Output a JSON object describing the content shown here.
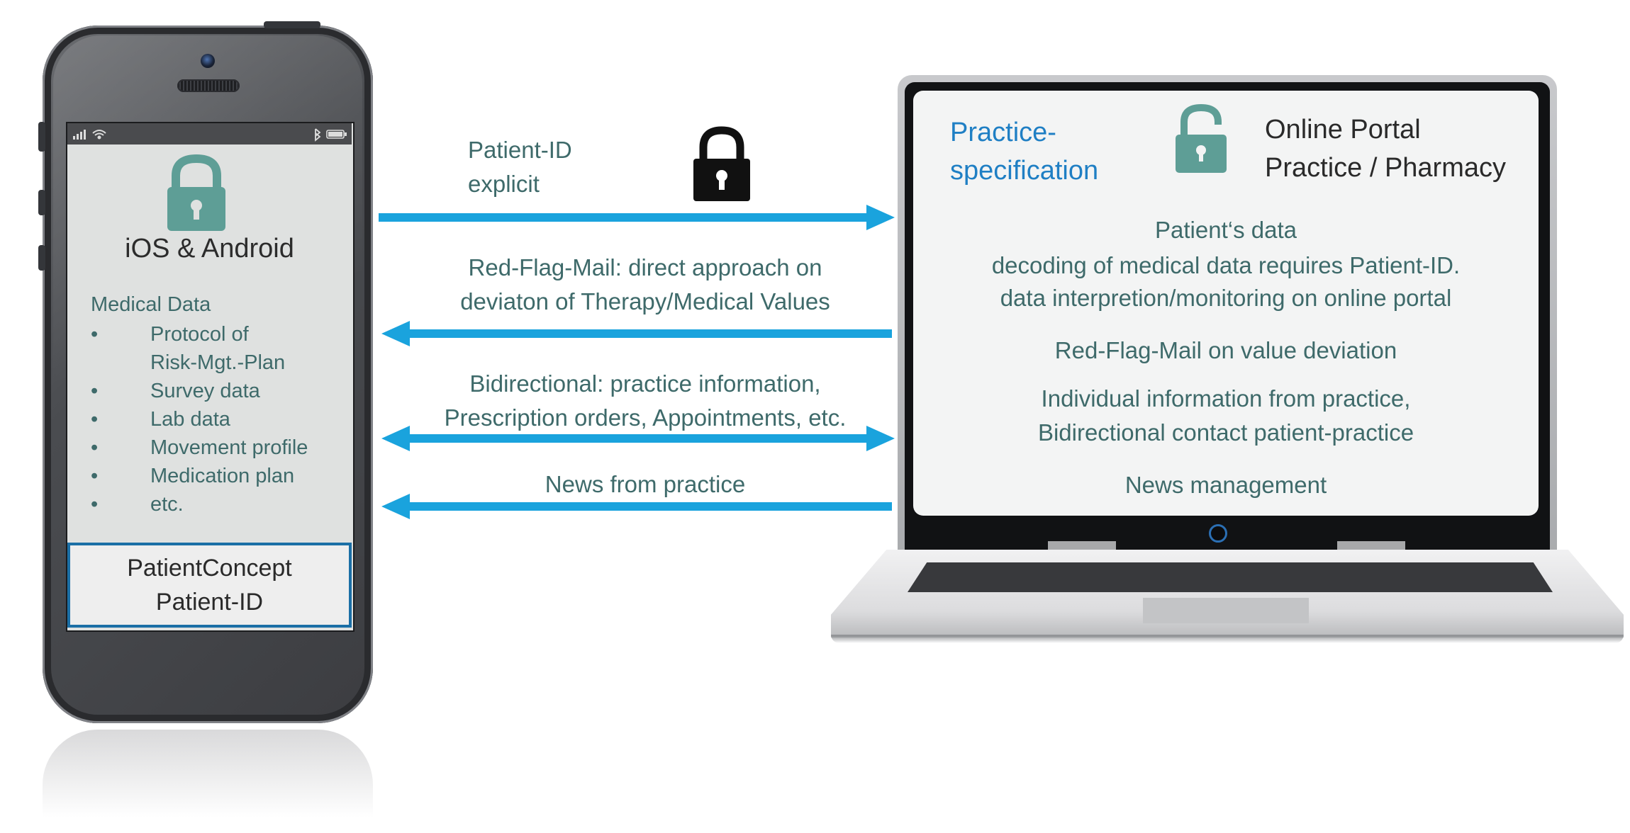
{
  "phone": {
    "os_label": "iOS & Android",
    "medical_title": "Medical Data",
    "medical_items": [
      "Protocol of",
      "Risk-Mgt.-Plan",
      "Survey data",
      "Lab data",
      "Movement profile",
      "Medication plan",
      "etc."
    ],
    "bullet_glyph": "•",
    "patient_box_line1": "PatientConcept",
    "patient_box_line2": "Patient-ID",
    "lock_icon": "unlocked-padlock-icon",
    "lock_color": "#5e9e96"
  },
  "laptop": {
    "practice_line1": "Practice-",
    "practice_line2": "specification",
    "portal_line1": "Online Portal",
    "portal_line2": "Practice / Pharmacy",
    "lock_icon": "unlocked-padlock-icon",
    "lines": {
      "patients_data": "Patient‘s data",
      "decoding": "decoding of medical data requires Patient-ID.",
      "interpretation": "data interpretion/monitoring on online portal",
      "red_flag": "Red-Flag-Mail on value deviation",
      "individual": "Individual information from practice,",
      "bidirectional_contact": "Bidirectional contact patient-practice",
      "news": "News management"
    }
  },
  "arrows": [
    {
      "line1": "Patient-ID",
      "line2": "explicit",
      "direction": "right"
    },
    {
      "line1": "Red-Flag-Mail: direct approach on",
      "line2": "deviaton of Therapy/Medical Values",
      "direction": "left"
    },
    {
      "line1": "Bidirectional: practice information,",
      "line2": "Prescription orders, Appointments, etc.",
      "direction": "both"
    },
    {
      "line1": "News from practice",
      "line2": "",
      "direction": "left"
    }
  ],
  "center_lock_icon": "locked-padlock-icon",
  "colors": {
    "arrow": "#1aa3dd",
    "text_teal": "#3e6a6a",
    "practice_blue": "#1f7fc4",
    "lock_teal": "#5e9e96",
    "patient_box_border": "#1b6fa6"
  }
}
